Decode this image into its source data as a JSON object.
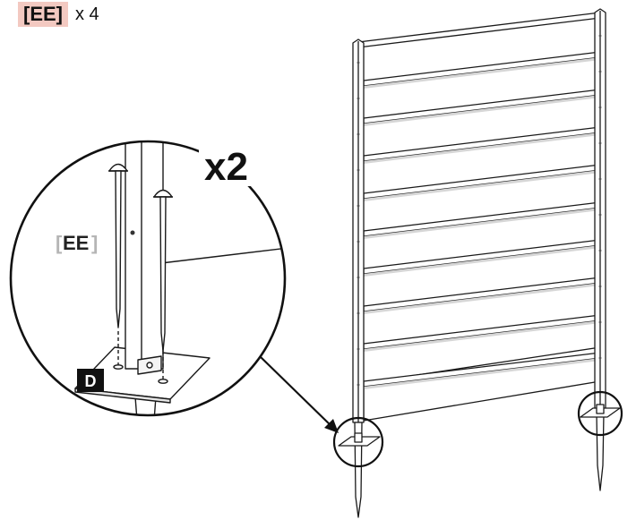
{
  "part": {
    "code": "[EE]",
    "quantity": "x 4"
  },
  "detail": {
    "multiplier": "x2",
    "peg_label": "EE",
    "bracket_left": "[",
    "bracket_right": "]",
    "base_label": "D"
  },
  "colors": {
    "outline": "#1a1a1a",
    "part_highlight": "#f3c9c1",
    "bracket": "#b5b5b5",
    "badge_bg": "#111111",
    "badge_text": "#ffffff"
  }
}
